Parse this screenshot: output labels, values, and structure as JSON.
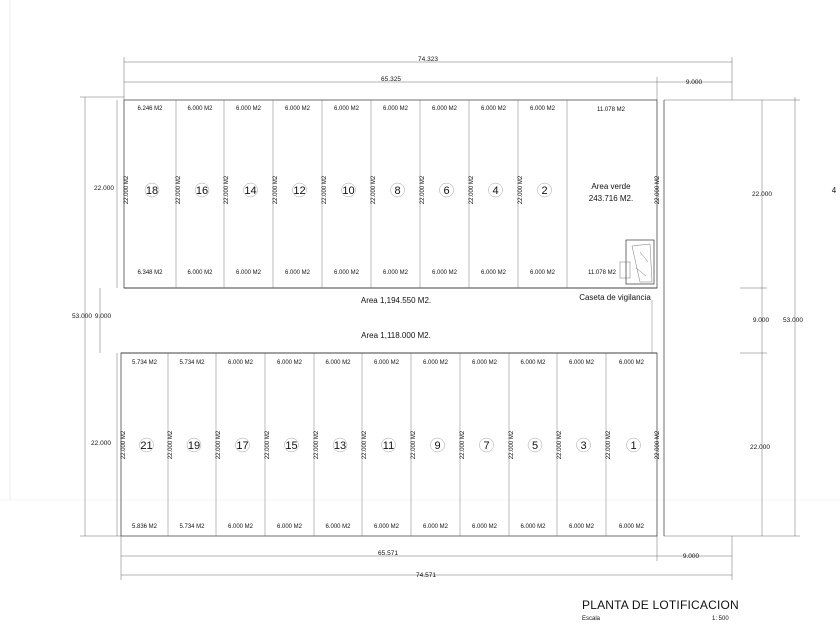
{
  "title": "PLANTA DE LOTIFICACION",
  "scale_label": "Escala",
  "scale_value": "1: 500",
  "dims": {
    "top_total": "74.323",
    "top_lots": "65.325",
    "top_right": "9.000",
    "bottom_lots": "65.571",
    "bottom_right": "9.000",
    "bottom_total": "74.571",
    "left_total": "53.000",
    "left_mid": "9.000",
    "left_top": "22.000",
    "left_bottom": "22.000",
    "right_top": "22.000",
    "right_mid": "9.000",
    "right_total": "53.000",
    "right_bottom": "22.000",
    "right_edge": "4"
  },
  "streets": {
    "upper": "Area 1,194.550 M2.",
    "lower": "Area 1,118.000 M2.",
    "guard": "Caseta de vigilancia"
  },
  "green": {
    "name": "Area verde",
    "area": "243.716 M2."
  },
  "top_lots": [
    {
      "num": "18",
      "top": "6.246 M2",
      "bottom": "6.348 M2",
      "side": "22.000 M2"
    },
    {
      "num": "16",
      "top": "6.000 M2",
      "bottom": "6.000 M2",
      "side": "22.000 M2"
    },
    {
      "num": "14",
      "top": "6.000 M2",
      "bottom": "6.000 M2",
      "side": "22.000 M2"
    },
    {
      "num": "12",
      "top": "6.000 M2",
      "bottom": "6.000 M2",
      "side": "22.000 M2"
    },
    {
      "num": "10",
      "top": "6.000 M2",
      "bottom": "6.000 M2",
      "side": "22.000 M2"
    },
    {
      "num": "8",
      "top": "6.000 M2",
      "bottom": "6.000 M2",
      "side": "22.000 M2"
    },
    {
      "num": "6",
      "top": "6.000 M2",
      "bottom": "6.000 M2",
      "side": "22.000 M2"
    },
    {
      "num": "4",
      "top": "6.000 M2",
      "bottom": "6.000 M2",
      "side": "22.000 M2"
    },
    {
      "num": "2",
      "top": "6.000 M2",
      "bottom": "6.000 M2",
      "side": "22.000 M2"
    }
  ],
  "top_green_top": "11.078 M2",
  "top_green_bottom": "11.078 M2",
  "top_green_side": "22.000 M2",
  "bottom_lots": [
    {
      "num": "21",
      "top": "5.734 M2",
      "bottom": "5.836 M2",
      "side": "22.000 M2"
    },
    {
      "num": "19",
      "top": "5.734 M2",
      "bottom": "5.734 M2",
      "side": "22.000 M2"
    },
    {
      "num": "17",
      "top": "6.000 M2",
      "bottom": "6.000 M2",
      "side": "22.000 M2"
    },
    {
      "num": "15",
      "top": "6.000 M2",
      "bottom": "6.000 M2",
      "side": "22.000 M2"
    },
    {
      "num": "13",
      "top": "6.000 M2",
      "bottom": "6.000 M2",
      "side": "22.000 M2"
    },
    {
      "num": "11",
      "top": "6.000 M2",
      "bottom": "6.000 M2",
      "side": "22.000 M2"
    },
    {
      "num": "9",
      "top": "6.000 M2",
      "bottom": "6.000 M2",
      "side": "22.000 M2"
    },
    {
      "num": "7",
      "top": "6.000 M2",
      "bottom": "6.000 M2",
      "side": "22.000 M2"
    },
    {
      "num": "5",
      "top": "6.000 M2",
      "bottom": "6.000 M2",
      "side": "22.000 M2"
    },
    {
      "num": "3",
      "top": "6.000 M2",
      "bottom": "6.000 M2",
      "side": "22.000 M2"
    },
    {
      "num": "1",
      "top": "6.000 M2",
      "bottom": "6.000 M2",
      "side": "22.000 M2"
    }
  ],
  "bottom_right_side": "22.000 M2"
}
